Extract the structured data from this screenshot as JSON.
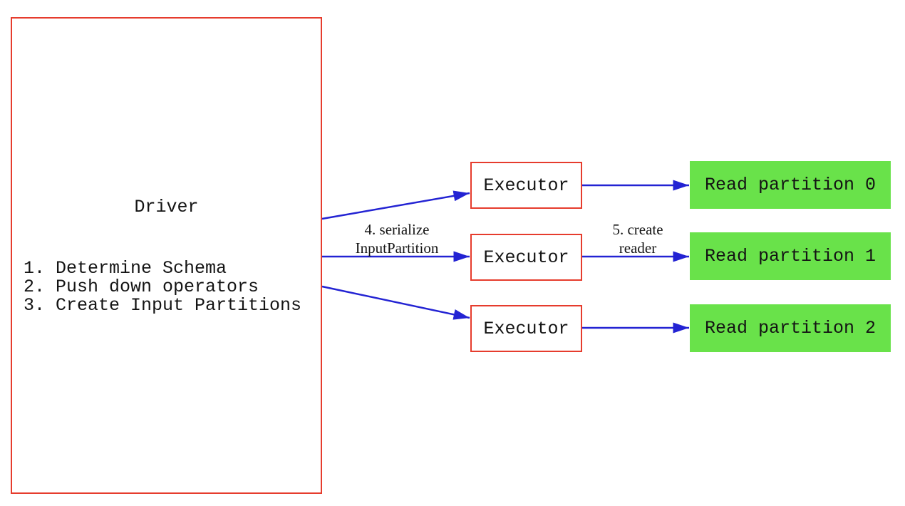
{
  "diagram": {
    "driver": {
      "title": "Driver",
      "steps": [
        "1. Determine Schema",
        "2. Push down operators",
        "3. Create Input Partitions"
      ]
    },
    "executors": [
      {
        "label": "Executor"
      },
      {
        "label": "Executor"
      },
      {
        "label": "Executor"
      }
    ],
    "partitions": [
      {
        "label": "Read partition 0"
      },
      {
        "label": "Read partition 1"
      },
      {
        "label": "Read partition 2"
      }
    ],
    "edge_labels": {
      "serialize": {
        "line1": "4. serialize",
        "line2": "InputPartition"
      },
      "create_reader": {
        "line1": "5. create",
        "line2": "reader"
      }
    },
    "colors": {
      "box_border_red": "#e63c2d",
      "arrow_blue": "#2323d3",
      "partition_green": "#69e24a",
      "text_black": "#141414"
    }
  }
}
